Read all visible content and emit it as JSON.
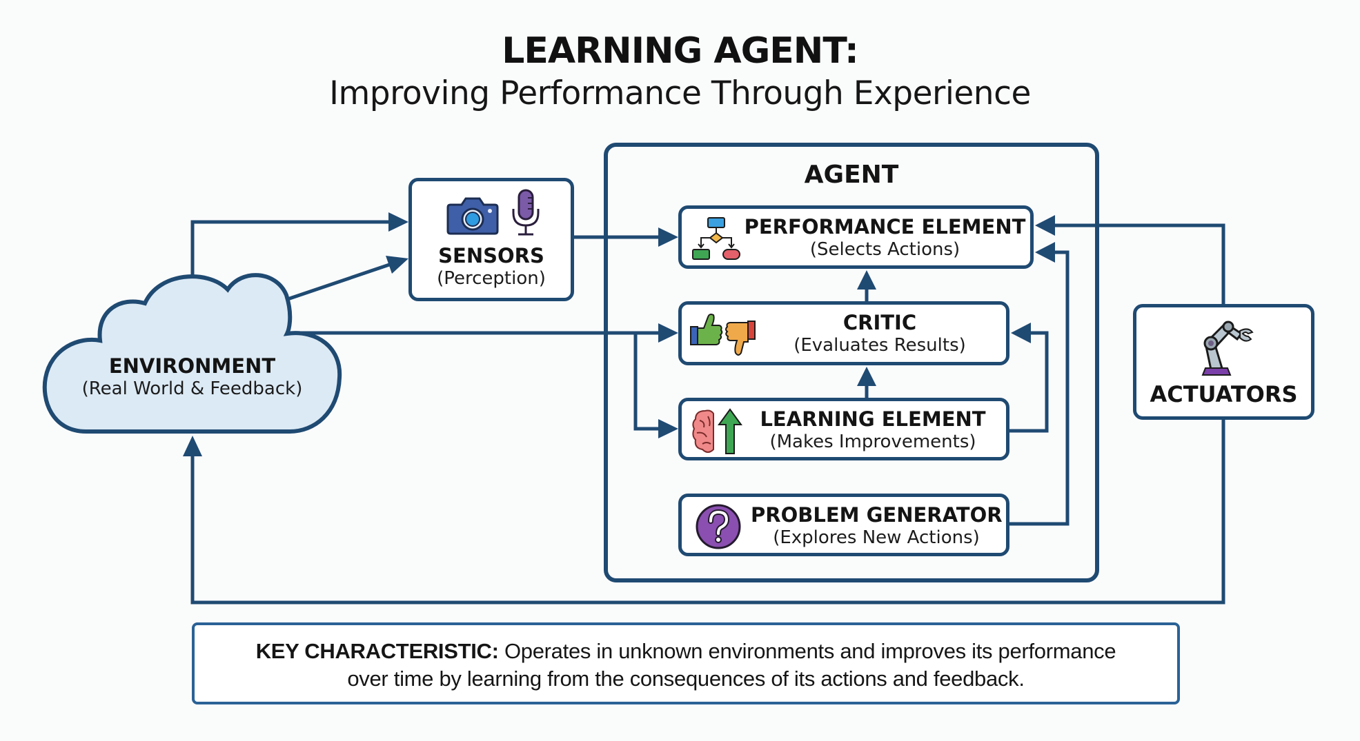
{
  "header": {
    "title": "LEARNING AGENT:",
    "subtitle": "Improving Performance Through Experience"
  },
  "colors": {
    "line": "#1f4a72",
    "cloud_fill": "#dceaf5",
    "box_fill": "#ffffff",
    "background": "#fafbfb"
  },
  "environment": {
    "title": "ENVIRONMENT",
    "subtitle": "(Real World & Feedback)",
    "icon": "cloud-shape"
  },
  "sensors": {
    "title": "SENSORS",
    "subtitle": "(Perception)",
    "icons": [
      "camera-icon",
      "microphone-icon"
    ]
  },
  "agent": {
    "label": "AGENT",
    "elements": [
      {
        "id": "performance",
        "title": "PERFORMANCE ELEMENT",
        "subtitle": "(Selects Actions)",
        "icon": "flowchart-icon"
      },
      {
        "id": "critic",
        "title": "CRITIC",
        "subtitle": "(Evaluates Results)",
        "icon": "thumbs-up-down-icon"
      },
      {
        "id": "learning",
        "title": "LEARNING ELEMENT",
        "subtitle": "(Makes Improvements)",
        "icon": "brain-arrow-up-icon"
      },
      {
        "id": "problem",
        "title": "PROBLEM GENERATOR",
        "subtitle": "(Explores New Actions)",
        "icon": "question-mark-icon"
      }
    ]
  },
  "actuators": {
    "title": "ACTUATORS",
    "icon": "robot-arm-icon"
  },
  "connections": [
    {
      "from": "environment",
      "to": "sensors"
    },
    {
      "from": "environment",
      "to": "sensors"
    },
    {
      "from": "sensors",
      "to": "performance"
    },
    {
      "from": "environment",
      "to": "critic"
    },
    {
      "from": "environment",
      "to": "learning"
    },
    {
      "from": "critic",
      "to": "performance"
    },
    {
      "from": "learning",
      "to": "critic"
    },
    {
      "from": "learning",
      "to": "critic"
    },
    {
      "from": "problem",
      "to": "performance"
    },
    {
      "from": "actuators",
      "to": "performance"
    },
    {
      "from": "actuators",
      "to": "environment"
    }
  ],
  "key": {
    "label": "KEY CHARACTERISTIC:",
    "line1": " Operates in unknown environments and improves its performance",
    "line2": "over time by learning from the consequences of its actions and feedback."
  }
}
